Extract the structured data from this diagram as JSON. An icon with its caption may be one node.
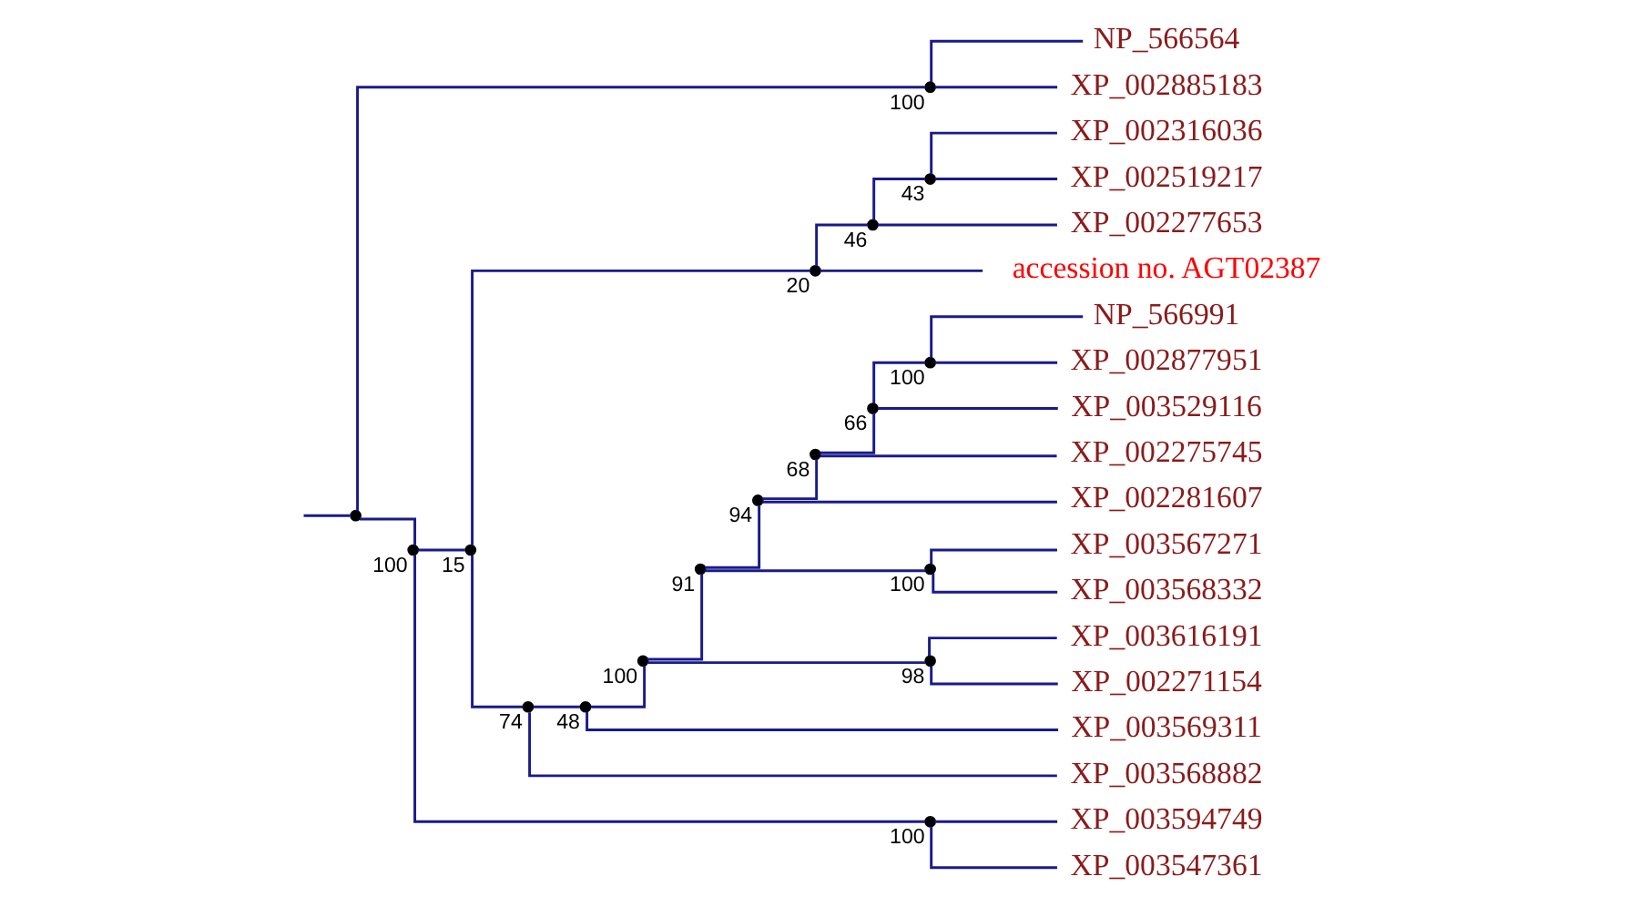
{
  "diagram": {
    "nodes": [
      {
        "text": [],
        "shape": "circle"
      },
      {
        "text": [],
        "shape": "circle",
        "beside": [
          "100"
        ]
      },
      {
        "text": [
          "NP_566564"
        ]
      },
      {
        "text": [
          "XP_002885183"
        ]
      },
      {
        "text": [],
        "shape": "circle",
        "beside": [
          "100"
        ]
      },
      {
        "text": [],
        "shape": "circle",
        "beside": [
          "15"
        ]
      },
      {
        "text": [],
        "shape": "circle",
        "beside": [
          "20"
        ]
      },
      {
        "text": [],
        "shape": "circle",
        "beside": [
          "46"
        ]
      },
      {
        "text": [],
        "shape": "circle",
        "beside": [
          "43"
        ]
      },
      {
        "text": [
          "XP_002316036"
        ]
      },
      {
        "text": [
          "XP_002519217"
        ]
      },
      {
        "text": [
          "XP_002277653"
        ]
      },
      {
        "text": [
          "accession no. AGT02387"
        ]
      },
      {
        "text": [],
        "shape": "circle",
        "beside": [
          "74"
        ]
      },
      {
        "text": [],
        "shape": "circle",
        "beside": [
          "48"
        ]
      },
      {
        "text": [],
        "shape": "circle",
        "beside": [
          "100"
        ]
      },
      {
        "text": [],
        "shape": "circle",
        "beside": [
          "91"
        ]
      },
      {
        "text": [],
        "shape": "circle",
        "beside": [
          "94"
        ]
      },
      {
        "text": [],
        "shape": "circle",
        "beside": [
          "68"
        ]
      },
      {
        "text": [],
        "shape": "circle",
        "beside": [
          "66"
        ]
      },
      {
        "text": [],
        "shape": "circle",
        "beside": [
          "100"
        ]
      },
      {
        "text": [
          "NP_566991"
        ]
      },
      {
        "text": [
          "XP_002877951"
        ]
      },
      {
        "text": [
          "XP_003529116"
        ]
      },
      {
        "text": [
          "XP_002275745"
        ]
      },
      {
        "text": [
          "XP_002281607"
        ]
      },
      {
        "text": [],
        "shape": "circle",
        "beside": [
          "100"
        ]
      },
      {
        "text": [
          "XP_003567271"
        ]
      },
      {
        "text": [
          "XP_003568332"
        ]
      },
      {
        "text": [],
        "shape": "circle",
        "beside": [
          "98"
        ]
      },
      {
        "text": [
          "XP_003616191"
        ]
      },
      {
        "text": [
          "XP_002271154"
        ]
      },
      {
        "text": [
          "XP_003569311"
        ]
      },
      {
        "text": [
          "XP_003568882"
        ]
      },
      {
        "text": [],
        "shape": "circle",
        "beside": [
          "100"
        ]
      },
      {
        "text": [
          "XP_003594749"
        ]
      },
      {
        "text": [
          "XP_003547361"
        ]
      }
    ],
    "edges": [
      {
        "from": null,
        "to": 0,
        "arrow": "none"
      },
      {
        "from": 0,
        "to": 1,
        "arrow": "none"
      },
      {
        "from": 1,
        "to": 2,
        "arrow": "none"
      },
      {
        "from": 1,
        "to": 3,
        "arrow": "none"
      },
      {
        "from": 0,
        "to": 4,
        "arrow": "none"
      },
      {
        "from": 4,
        "to": 5,
        "arrow": "none"
      },
      {
        "from": 5,
        "to": 6,
        "arrow": "none"
      },
      {
        "from": 6,
        "to": 7,
        "arrow": "none"
      },
      {
        "from": 7,
        "to": 8,
        "arrow": "none"
      },
      {
        "from": 8,
        "to": 9,
        "arrow": "none"
      },
      {
        "from": 8,
        "to": 10,
        "arrow": "none"
      },
      {
        "from": 7,
        "to": 11,
        "arrow": "none"
      },
      {
        "from": 6,
        "to": 12,
        "arrow": "none"
      },
      {
        "from": 5,
        "to": 13,
        "arrow": "none"
      },
      {
        "from": 13,
        "to": 14,
        "arrow": "none"
      },
      {
        "from": 14,
        "to": 15,
        "arrow": "none"
      },
      {
        "from": 15,
        "to": 16,
        "arrow": "none"
      },
      {
        "from": 16,
        "to": 17,
        "arrow": "none"
      },
      {
        "from": 17,
        "to": 18,
        "arrow": "none"
      },
      {
        "from": 18,
        "to": 19,
        "arrow": "none"
      },
      {
        "from": 19,
        "to": 20,
        "arrow": "none"
      },
      {
        "from": 20,
        "to": 21,
        "arrow": "none"
      },
      {
        "from": 20,
        "to": 22,
        "arrow": "none"
      },
      {
        "from": 19,
        "to": 23,
        "arrow": "none"
      },
      {
        "from": 18,
        "to": 24,
        "arrow": "none"
      },
      {
        "from": 17,
        "to": 25,
        "arrow": "none"
      },
      {
        "from": 16,
        "to": 26,
        "arrow": "none"
      },
      {
        "from": 26,
        "to": 27,
        "arrow": "none"
      },
      {
        "from": 26,
        "to": 28,
        "arrow": "none"
      },
      {
        "from": 15,
        "to": 29,
        "arrow": "none"
      },
      {
        "from": 29,
        "to": 30,
        "arrow": "none"
      },
      {
        "from": 29,
        "to": 31,
        "arrow": "none"
      },
      {
        "from": 14,
        "to": 32,
        "arrow": "none"
      },
      {
        "from": 13,
        "to": 33,
        "arrow": "none"
      },
      {
        "from": 4,
        "to": 34,
        "arrow": "none"
      },
      {
        "from": 34,
        "to": 35,
        "arrow": "none"
      },
      {
        "from": 34,
        "to": 36,
        "arrow": "none"
      }
    ]
  }
}
